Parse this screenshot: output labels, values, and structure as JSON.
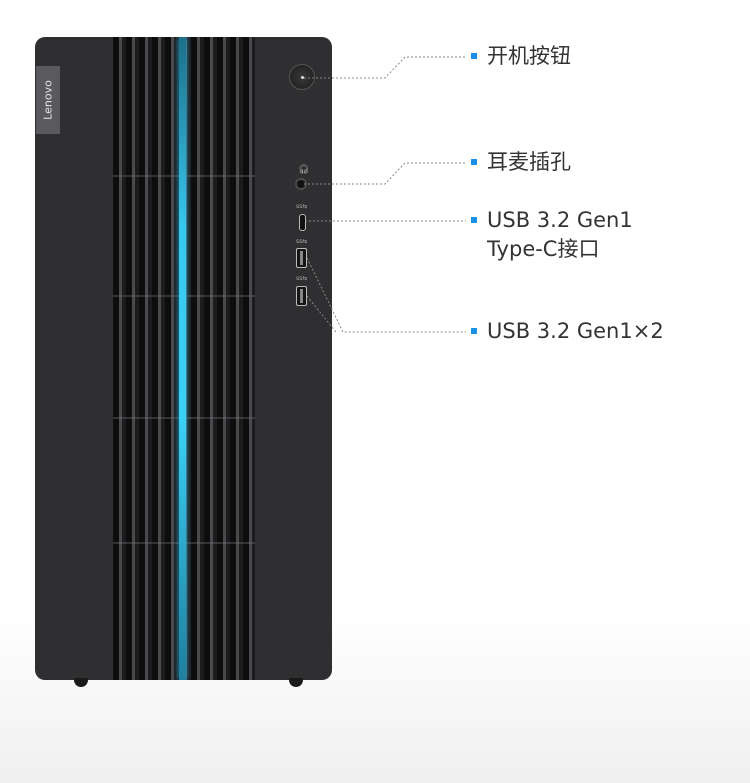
{
  "brand_logo": "Lenovo",
  "callouts": [
    {
      "id": "power",
      "label": "开机按钮"
    },
    {
      "id": "headphone",
      "label": "耳麦插孔"
    },
    {
      "id": "usb-c",
      "label": "USB 3.2 Gen1",
      "label_line2": "Type-C接口"
    },
    {
      "id": "usb-a",
      "label": "USB 3.2 Gen1×2"
    }
  ],
  "colors": {
    "accent": "#1a8fe8",
    "light_strip": "#38c8ee",
    "chassis": "#2f2f31"
  }
}
